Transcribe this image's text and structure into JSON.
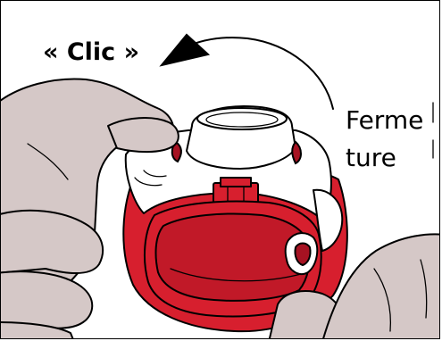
{
  "labels": {
    "click": "« Clic »",
    "closing_line1": "Ferme",
    "closing_line2": "ture"
  },
  "colors": {
    "device_red": "#d71f2e",
    "device_dark_red": "#9c1020",
    "hand_skin": "#d5c8c7",
    "outline": "#000000"
  },
  "icons": {
    "arrow": "curved-arrow-counterclockwise"
  }
}
